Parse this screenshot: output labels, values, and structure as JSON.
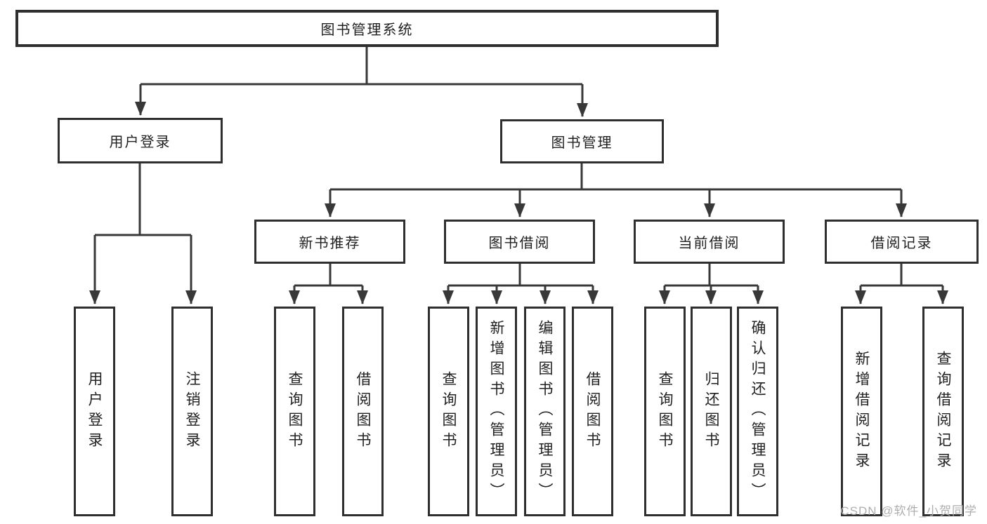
{
  "root": {
    "label": "图书管理系统"
  },
  "user_login": {
    "label": "用户登录",
    "leaves": [
      "用户登录",
      "注销登录"
    ]
  },
  "book_management": {
    "label": "图书管理",
    "sections": [
      {
        "label": "新书推荐",
        "leaves": [
          "查询图书",
          "借阅图书"
        ]
      },
      {
        "label": "图书借阅",
        "leaves": [
          "查询图书",
          "新增图书（管理员）",
          "编辑图书（管理员）",
          "借阅图书"
        ]
      },
      {
        "label": "当前借阅",
        "leaves": [
          "查询图书",
          "归还图书",
          "确认归还（管理员）"
        ]
      },
      {
        "label": "借阅记录",
        "leaves": [
          "新增借阅记录",
          "查询借阅记录"
        ]
      }
    ]
  },
  "watermark": {
    "text": "CSDN @软件_小贺同学"
  },
  "colors": {
    "line": "#383838",
    "box_border": "#2f2f2f",
    "text": "#212121",
    "watermark": "#aeaeae",
    "background": "#ffffff"
  }
}
